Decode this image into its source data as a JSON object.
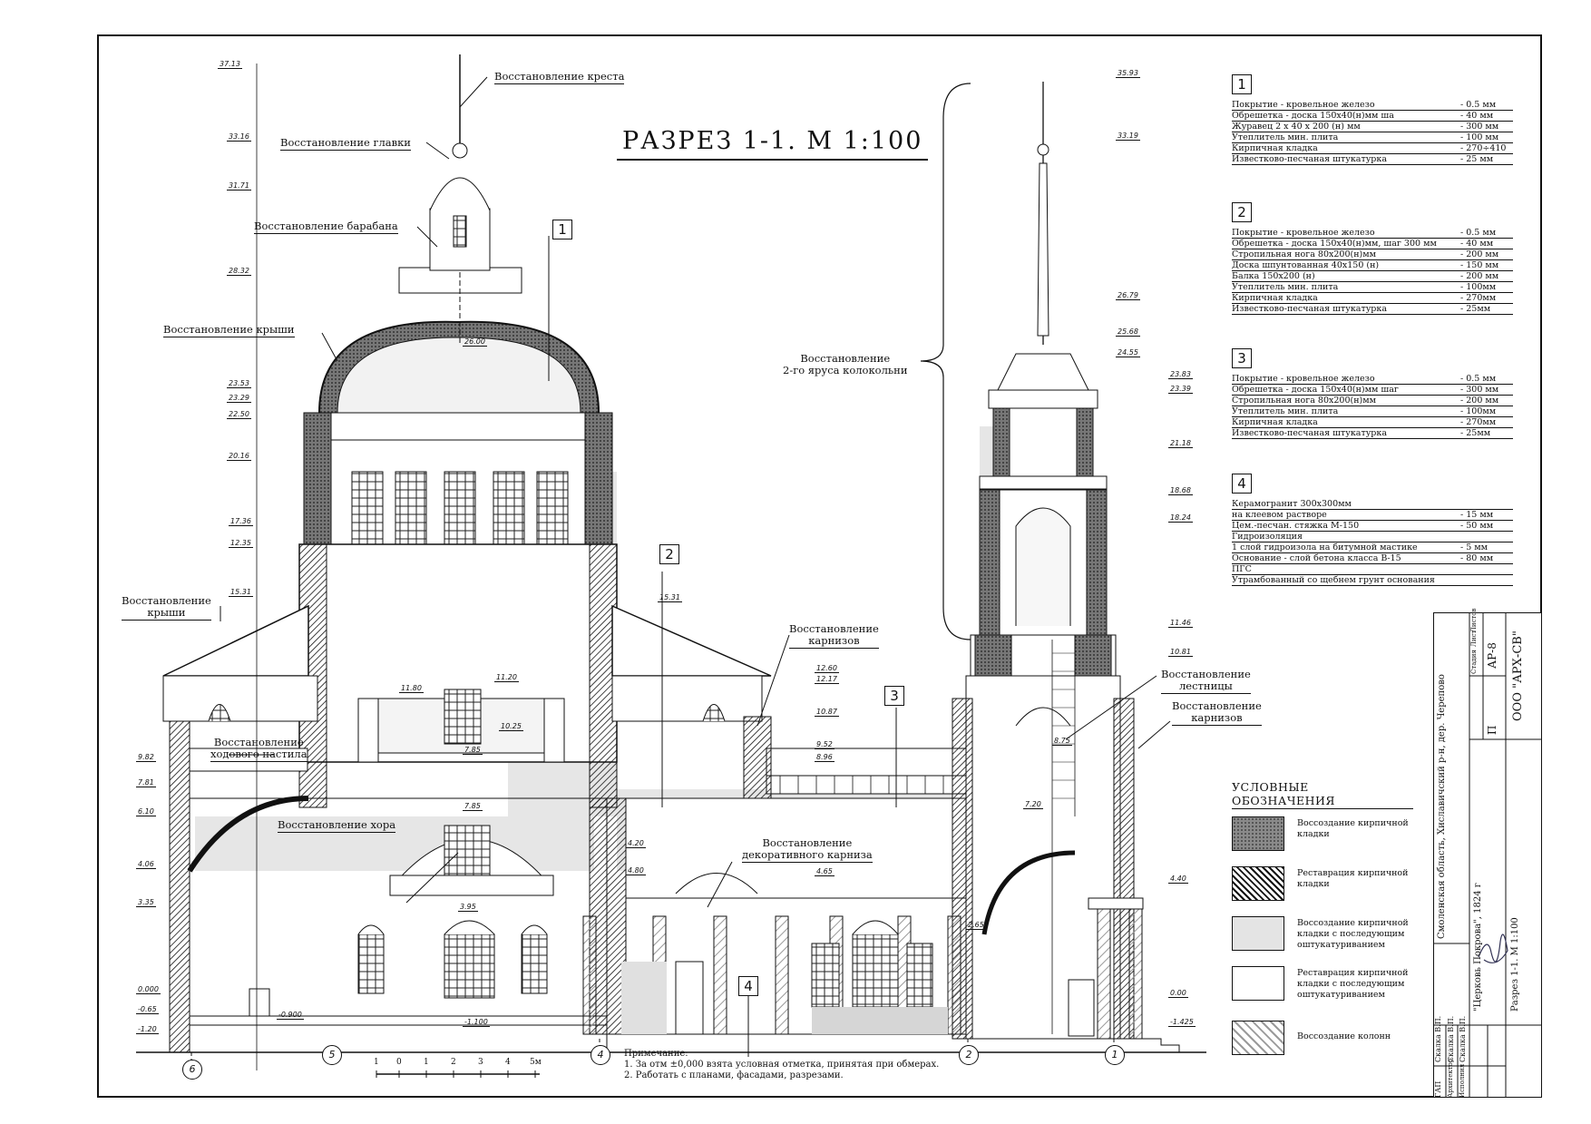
{
  "title": "РАЗРЕЗ 1-1. М 1:100",
  "labels": {
    "cross": "Восстановление креста",
    "glavka": "Восстановление главки",
    "baraban": "Восстановление барабана",
    "roof_main": "Восстановление крыши",
    "roof_left_1": "Восстановление",
    "roof_left_2": "крыши",
    "walkway_1": "Восстановление",
    "walkway_2": "ходового настила",
    "choir": "Восстановление хора",
    "cornices_mid_1": "Восстановление",
    "cornices_mid_2": "карнизов",
    "decor_1": "Восстановление",
    "decor_2": "декоративного карниза",
    "bell_1": "Восстановление",
    "bell_2": "2-го яруса колокольни",
    "stairs_1": "Восстановление",
    "stairs_2": "лестницы",
    "cornices_right_1": "Восстановление",
    "cornices_right_2": "карнизов"
  },
  "markers": [
    "1",
    "2",
    "3",
    "4"
  ],
  "axes": [
    "6",
    "5",
    "4",
    "2",
    "1"
  ],
  "elevations_left": [
    "37.13",
    "33.16",
    "31.71",
    "28.32",
    "23.53",
    "23.29",
    "22.50",
    "20.16",
    "17.36",
    "12.35",
    "15.31",
    "9.82",
    "7.81",
    "6.10",
    "4.06",
    "3.35",
    "0.000",
    "-0.65",
    "-1.20"
  ],
  "elevations_mid": [
    "26.00",
    "11.80",
    "11.20",
    "10.25",
    "7.85",
    "7.85",
    "4.20",
    "4.80",
    "3.95",
    "-0.900",
    "-1.100",
    "15.31",
    "12.60",
    "12.17",
    "10.87",
    "9.52",
    "8.96",
    "4.65",
    "2.65"
  ],
  "elevations_right": [
    "35.93",
    "33.19",
    "26.79",
    "25.68",
    "24.55",
    "23.83",
    "23.39",
    "21.18",
    "18.68",
    "18.24",
    "11.46",
    "10.81",
    "8.75",
    "7.20",
    "4.40",
    "0.00",
    "-1.425"
  ],
  "specs": [
    {
      "num": "1",
      "rows": [
        [
          "Покрытие -  кровельное железо",
          "- 0.5 мм"
        ],
        [
          "Обрешетка -  доска 150х40(н)мм ша",
          "- 40 мм"
        ],
        [
          "Журавец  2 х 40 х 200 (н) мм",
          "- 300 мм"
        ],
        [
          "Утеплитель мин. плита",
          "- 100 мм"
        ],
        [
          "Кирпичная кладка",
          "- 270÷410"
        ],
        [
          "Известково-песчаная штукатурка",
          "- 25 мм"
        ]
      ]
    },
    {
      "num": "2",
      "rows": [
        [
          "Покрытие -  кровельное железо",
          "- 0.5 мм"
        ],
        [
          "Обрешетка -  доска 150х40(н)мм, шаг 300 мм",
          "- 40 мм"
        ],
        [
          "Стропильная нога 80х200(н)мм",
          "- 200 мм"
        ],
        [
          "Доска шпунтованная 40х150 (н)",
          "- 150 мм"
        ],
        [
          "Балка 150х200 (н)",
          "- 200 мм"
        ],
        [
          "Утеплитель мин. плита",
          "- 100мм"
        ],
        [
          "Кирпичная кладка",
          "- 270мм"
        ],
        [
          "Известково-песчаная штукатурка",
          "- 25мм"
        ]
      ]
    },
    {
      "num": "3",
      "rows": [
        [
          "Покрытие -  кровельное железо",
          "- 0.5 мм"
        ],
        [
          "Обрешетка -  доска 150х40(н)мм шаг",
          "- 300 мм"
        ],
        [
          "Стропильная нога 80х200(н)мм",
          "- 200 мм"
        ],
        [
          "Утеплитель мин. плита",
          "- 100мм"
        ],
        [
          "Кирпичная кладка",
          "- 270мм"
        ],
        [
          "Известково-песчаная штукатурка",
          "- 25мм"
        ]
      ]
    },
    {
      "num": "4",
      "rows": [
        [
          "Керамогранит 300х300мм",
          ""
        ],
        [
          "на клеевом растворе",
          "- 15 мм"
        ],
        [
          "Цем.-песчан. стяжка М-150",
          "- 50 мм"
        ],
        [
          "Гидроизоляция",
          ""
        ],
        [
          "1 слой гидроизола на битумной мастике",
          "- 5 мм"
        ],
        [
          "Основание -  слой бетона класса В-15",
          "- 80 мм"
        ],
        [
          "ПГС",
          ""
        ],
        [
          "Утрамбованный со щебнем грунт основания",
          ""
        ]
      ]
    }
  ],
  "legend": {
    "title": "УСЛОВНЫЕ ОБОЗНАЧЕНИЯ",
    "items": [
      "Воссоздание кирпичной кладки",
      "Реставрация кирпичной кладки",
      "Воссоздание кирпичной кладки с последующим оштукатуриванием",
      "Реставрация кирпичной кладки с последующим оштукатуриванием",
      "Воссоздание колонн"
    ]
  },
  "notes": {
    "head": "Примечание:",
    "l1": "1. За отм ±0,000 взята условная отметка, принятая при обмерах.",
    "l2": "2. Работать с  планами, фасадами, разрезами."
  },
  "scale_ticks": [
    "1",
    "0",
    "1",
    "2",
    "3",
    "4",
    "5м"
  ],
  "titleblock": {
    "address": "Смоленская область, Хиславичский р-н, дер. Черепово",
    "object": "\"Церковь Покрова\", 1824 г",
    "sheet": "Разрез 1-1.  М 1:100",
    "org": "ООО \"АРХ-СВ\"",
    "stage_h": "Стадия",
    "sheet_h": "Лист",
    "sheets_h": "Листов",
    "stage": "П",
    "code": "АР-8",
    "roles": [
      "ГАП",
      "Архитектор",
      "Исполнил"
    ],
    "names": [
      "Скалка В.П.",
      "Скалка В.П.",
      "Скалка В.П."
    ]
  }
}
